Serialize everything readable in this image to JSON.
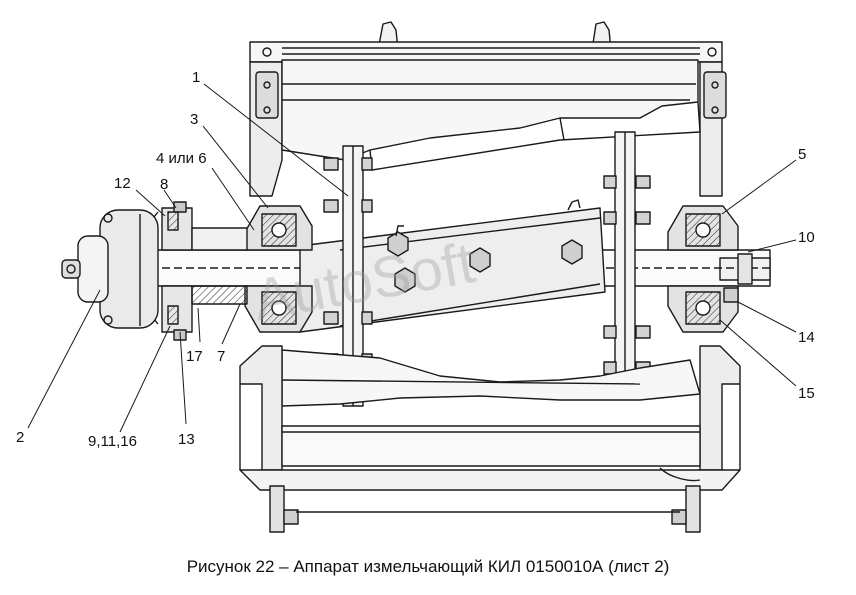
{
  "figure": {
    "caption": "Рисунок 22 – Аппарат измельчающий КИЛ 0150010А (лист 2)",
    "watermark": "AutoSoft"
  },
  "callouts": {
    "c1": "1",
    "c2": "2",
    "c3": "3",
    "c4": "4 или 6",
    "c5": "5",
    "c7": "7",
    "c8": "8",
    "c9": "9,11,16",
    "c10": "10",
    "c12": "12",
    "c13": "13",
    "c14": "14",
    "c15": "15",
    "c17": "17"
  },
  "colors": {
    "line": "#1a1a1a",
    "fill_light": "#f2f2f2",
    "fill_mid": "#d6d6d6",
    "fill_dark": "#9c9c9c"
  }
}
